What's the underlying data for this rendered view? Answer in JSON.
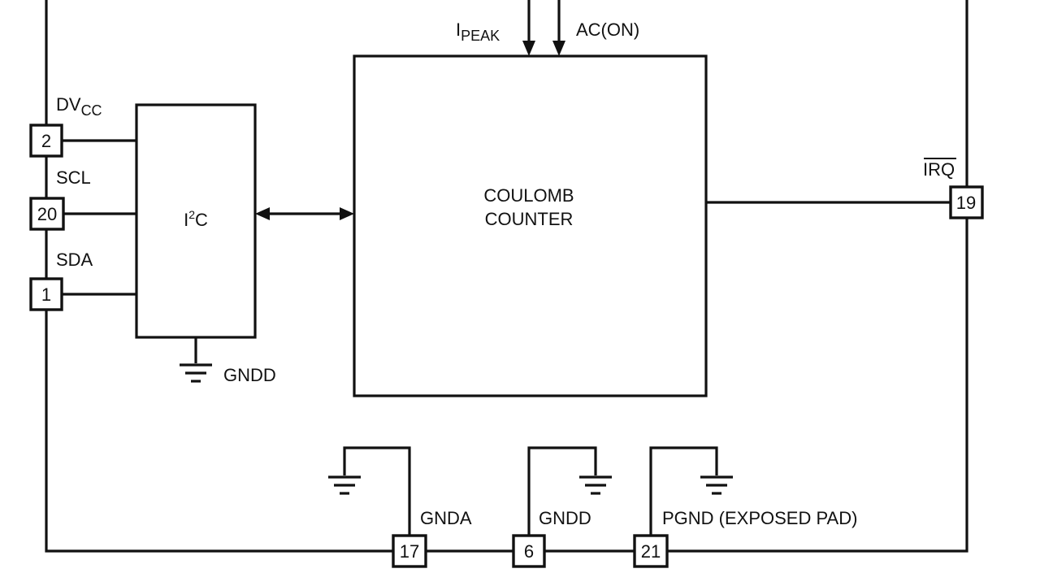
{
  "diagram": {
    "colors": {
      "line": "#111111",
      "background": "#ffffff"
    },
    "pins": {
      "dvcc": {
        "number": "2",
        "label_main": "DV",
        "label_sub": "CC"
      },
      "scl": {
        "number": "20",
        "label": "SCL"
      },
      "sda": {
        "number": "1",
        "label": "SDA"
      },
      "irq": {
        "number": "19",
        "label": "IRQ",
        "overbar": true
      },
      "gnda": {
        "number": "17",
        "label": "GNDA"
      },
      "gndd": {
        "number": "6",
        "label": "GNDD"
      },
      "pgnd": {
        "number": "21",
        "label": "PGND (EXPOSED PAD)"
      }
    },
    "blocks": {
      "i2c": {
        "label_main": "I",
        "label_sup": "2",
        "label_tail": "C",
        "ground_label": "GNDD"
      },
      "coulomb_counter": {
        "line1": "COULOMB",
        "line2": "COUNTER"
      }
    },
    "inputs": {
      "ipeak": {
        "label_main": "I",
        "label_sub": "PEAK"
      },
      "acon": {
        "label": "AC(ON)"
      }
    }
  }
}
